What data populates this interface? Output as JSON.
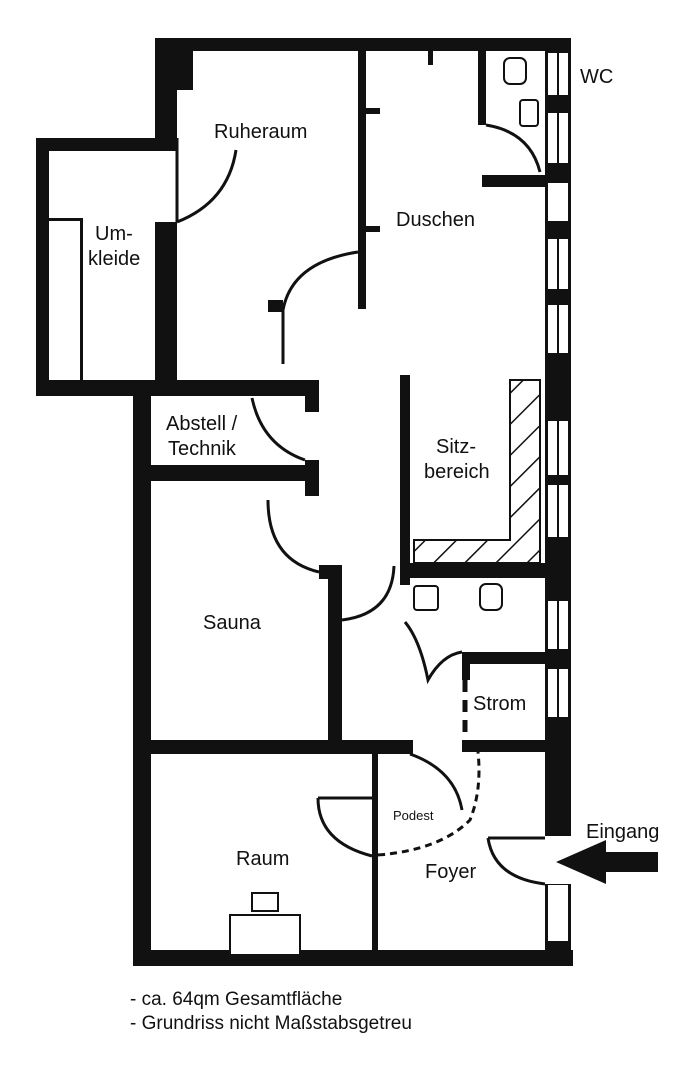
{
  "rooms": {
    "wc": "WC",
    "ruheraum": "Ruheraum",
    "umkleide_1": "Um-",
    "umkleide_2": "kleide",
    "duschen": "Duschen",
    "abstell_1": "Abstell /",
    "abstell_2": "Technik",
    "sitz_1": "Sitz-",
    "sitz_2": "bereich",
    "sauna": "Sauna",
    "strom": "Strom",
    "podest": "Podest",
    "raum": "Raum",
    "foyer": "Foyer",
    "eingang": "Eingang"
  },
  "notes": [
    "- ca. 64qm Gesamtfläche",
    "- Grundriss nicht Maßstabsgetreu"
  ]
}
